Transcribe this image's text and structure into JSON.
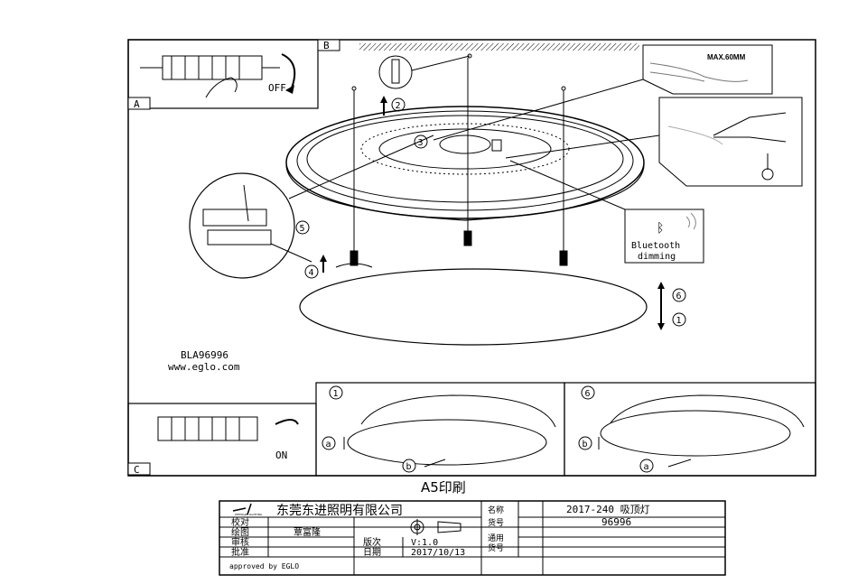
{
  "panels": {
    "a": "A",
    "b": "B",
    "c": "C"
  },
  "labels": {
    "off": "OFF",
    "on": "ON",
    "max": "MAX.60MM",
    "bluetooth_line1": "Bluetooth",
    "bluetooth_line2": "dimming",
    "model": "BLA96996",
    "website": "www.eglo.com"
  },
  "steps": {
    "s1": "1",
    "s2": "2",
    "s3": "3",
    "s4": "4",
    "s5": "5",
    "s6": "6",
    "a": "a",
    "b": "b"
  },
  "print_size": "A5印刷",
  "title_block": {
    "logo_text": "ZHENGJIN LIGHTING",
    "company": "东莞东进照明有限公司",
    "name_label": "名称",
    "name_value": "2017-240 吸顶灯",
    "check_label": "校对",
    "drawn_label": "绘图",
    "drawn_value": "覃富隆",
    "review_label": "审核",
    "approve_label": "批准",
    "item_label": "货号",
    "item_value": "96996",
    "general_label_1": "通用",
    "general_label_2": "货号",
    "version_label": "版次",
    "version_value": "V:1.0",
    "date_label": "日期",
    "date_value": "2017/10/13",
    "approved": "approved by EGLO"
  }
}
